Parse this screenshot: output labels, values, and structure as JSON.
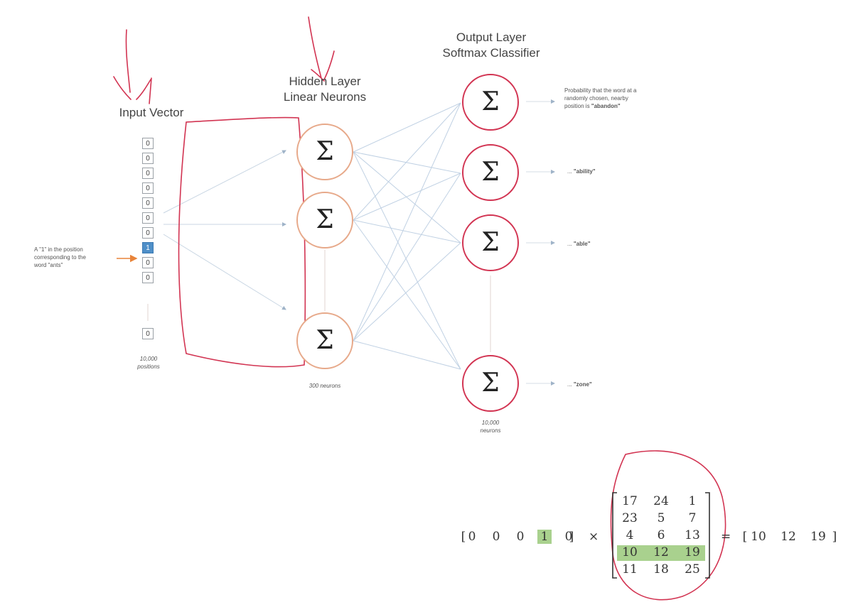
{
  "headings": {
    "input": "Input Vector",
    "hidden_line1": "Hidden Layer",
    "hidden_line2": "Linear Neurons",
    "output_line1": "Output Layer",
    "output_line2": "Softmax Classifier"
  },
  "input_vector": {
    "cells": [
      "0",
      "0",
      "0",
      "0",
      "0",
      "0",
      "0",
      "1",
      "0",
      "0"
    ],
    "last_cell": "0",
    "annotation_line1": "A \"1\" in the position",
    "annotation_line2": "corresponding to the",
    "annotation_line3": "word \"ants\"",
    "caption_line1": "10,000",
    "caption_line2": "positions"
  },
  "hidden_layer": {
    "symbol": "Σ",
    "caption": "300 neurons"
  },
  "output_layer": {
    "symbol": "Σ",
    "caption_line1": "10,000",
    "caption_line2": "neurons",
    "labels": {
      "first_line1": "Probability that the word at a",
      "first_line2": "randomly chosen, nearby",
      "first_line3_prefix": "position is ",
      "first_word": "\"abandon\"",
      "second_prefix": "... ",
      "second_word": "\"ability\"",
      "third_prefix": "... ",
      "third_word": "\"able\"",
      "fourth_prefix": "... ",
      "fourth_word": "\"zone\""
    }
  },
  "matrix_example": {
    "row_vector": [
      "0",
      "0",
      "0",
      "1",
      "0"
    ],
    "times": "×",
    "equals": "=",
    "matrix": [
      [
        "17",
        "24",
        "1"
      ],
      [
        "23",
        "5",
        "7"
      ],
      [
        "4",
        "6",
        "13"
      ],
      [
        "10",
        "12",
        "19"
      ],
      [
        "11",
        "18",
        "25"
      ]
    ],
    "result": [
      "10",
      "12",
      "19"
    ]
  },
  "colors": {
    "pen": "#d23452",
    "hidden_border": "#e7a98a",
    "output_border": "#d23452",
    "highlight": "#a9d18e",
    "hot_cell": "#4f8fc8",
    "arrow": "#e8843a"
  }
}
